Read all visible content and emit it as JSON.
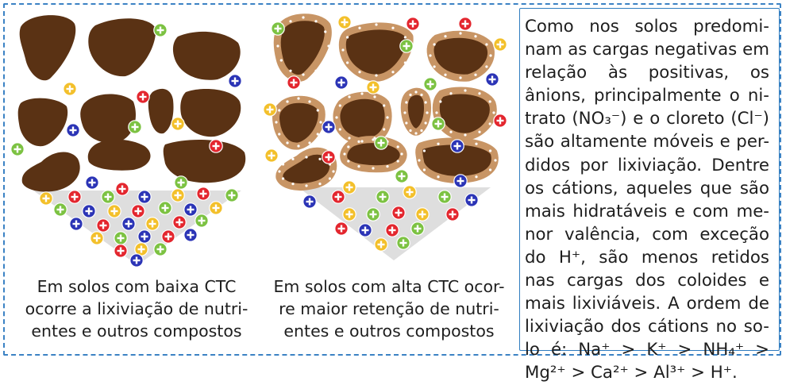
{
  "captions": {
    "low": [
      "Em solos com baixa CTC",
      "ocorre a lixiviação de nutri-",
      "entes e outros compostos"
    ],
    "high": [
      "Em solos com alta CTC ocor-",
      "re maior retenção de nutri-",
      "entes e outros compostos"
    ]
  },
  "explanation": [
    "Como nos solos predomi-",
    "nam as cargas negativas em",
    "relação às positivas, os",
    "ânions, principalmente o ni-",
    "trato (NO₃⁻) e o cloreto (Cl⁻)",
    "são altamente móveis e per-",
    "didos por lixiviação. Dentre",
    "os cátions, aqueles que são",
    "mais hidratáveis e com me-",
    "nor valência, com exceção",
    "do H⁺, são menos retidos",
    "nas cargas dos coloides e",
    "mais lixiviáveis. A ordem de",
    "lixiviação dos cátions no so-",
    "lo é: Na⁺ > K⁺ > NH₄⁺ >",
    "Mg²⁺ > Ca²⁺ > Al³⁺ > H⁺."
  ],
  "ion_sign": "+",
  "colors": {
    "soil": "#5a3214",
    "water_film": "#c89565",
    "funnel": "#dcdcdc",
    "ion_green": "#7cc242",
    "ion_red": "#e3262e",
    "ion_blue": "#2b34b6",
    "ion_yellow": "#f3c02b",
    "frame": "#3b82c4"
  }
}
